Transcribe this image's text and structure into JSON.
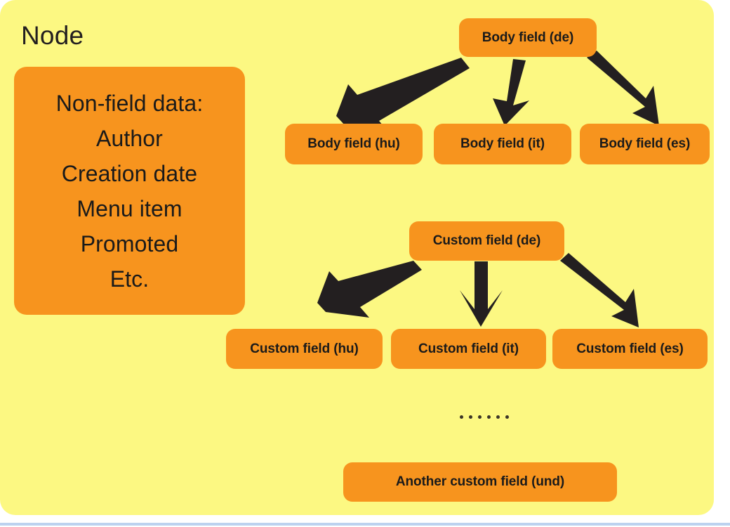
{
  "diagram": {
    "title": "Node",
    "panel_color": "#fcf882",
    "box_color": "#f7941e",
    "arrow_color": "#231f20",
    "text_color": "#1a1a1a",
    "rule_color": "#bcd2ef"
  },
  "non_field": {
    "lines": [
      "Non-field data:",
      "Author",
      "Creation date",
      "Menu item",
      "Promoted",
      "Etc."
    ]
  },
  "body_field_group": {
    "parent": "Body field (de)",
    "children": [
      "Body field (hu)",
      "Body field (it)",
      "Body field (es)"
    ]
  },
  "custom_field_group": {
    "parent": "Custom field (de)",
    "children": [
      "Custom field (hu)",
      "Custom field (it)",
      "Custom field (es)"
    ]
  },
  "ellipsis": {
    "dot_count": 6
  },
  "trailing": {
    "label": "Another custom field (und)"
  }
}
